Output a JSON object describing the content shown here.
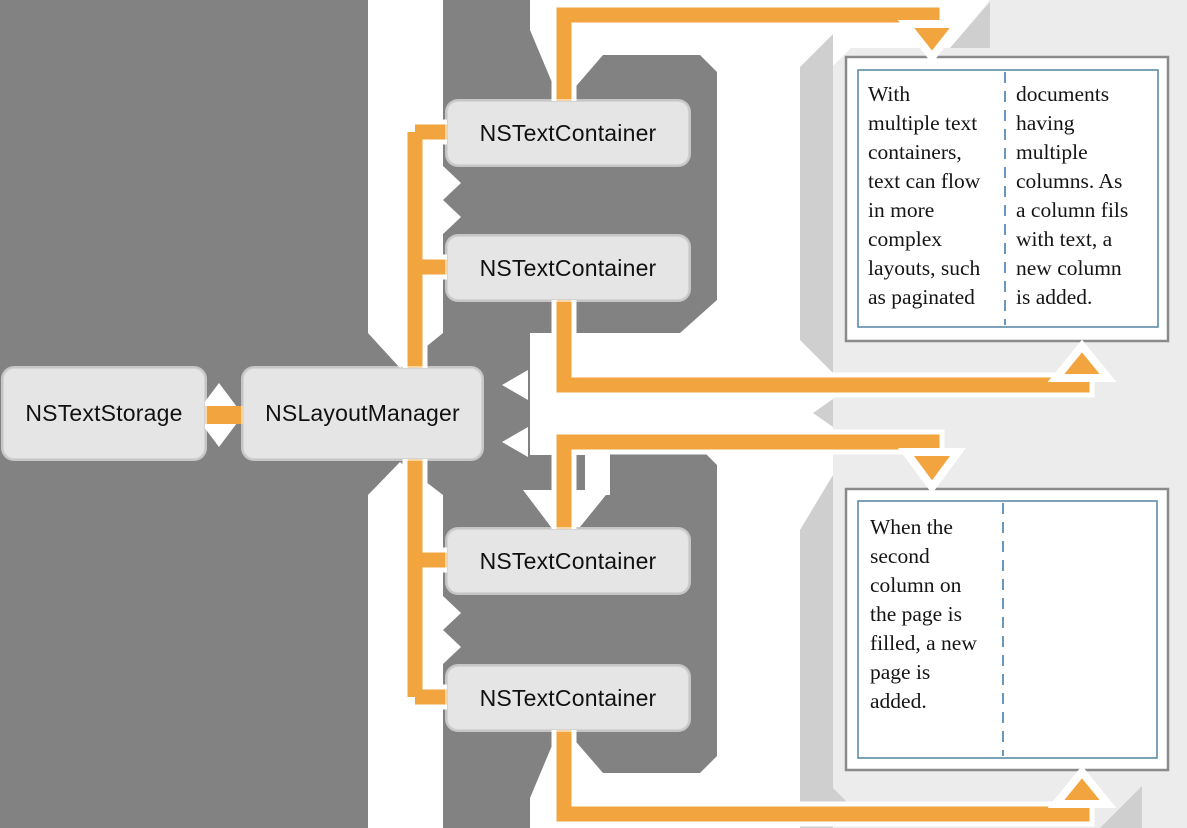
{
  "diagram": {
    "boxes": {
      "text_storage": "NSTextStorage",
      "layout_manager": "NSLayoutManager",
      "container_1": "NSTextContainer",
      "container_2": "NSTextContainer",
      "container_3": "NSTextContainer",
      "container_4": "NSTextContainer"
    },
    "page1": {
      "col1": [
        "With",
        "multiple text",
        "containers,",
        "text can flow",
        "in more",
        "complex",
        "layouts, such",
        "as paginated"
      ],
      "col2": [
        "documents",
        "having",
        "multiple",
        "columns. As",
        "a column fils",
        "with text, a",
        "new column",
        "is added."
      ]
    },
    "page2": {
      "col1": [
        "When the",
        "second",
        "column on",
        "the page is",
        "filled, a new",
        "page is",
        "added."
      ],
      "col2": []
    },
    "colors": {
      "background_gray": "#828282",
      "connector_orange": "#F2A43E",
      "box_fill": "#E5E5E5",
      "card_light": "#ECECEC",
      "card_shadow": "#CFCFCF",
      "page_white": "#FFFFFF",
      "page_border": "#8A8A8A",
      "column_border": "#5D8AA8",
      "text": "#141414"
    }
  }
}
